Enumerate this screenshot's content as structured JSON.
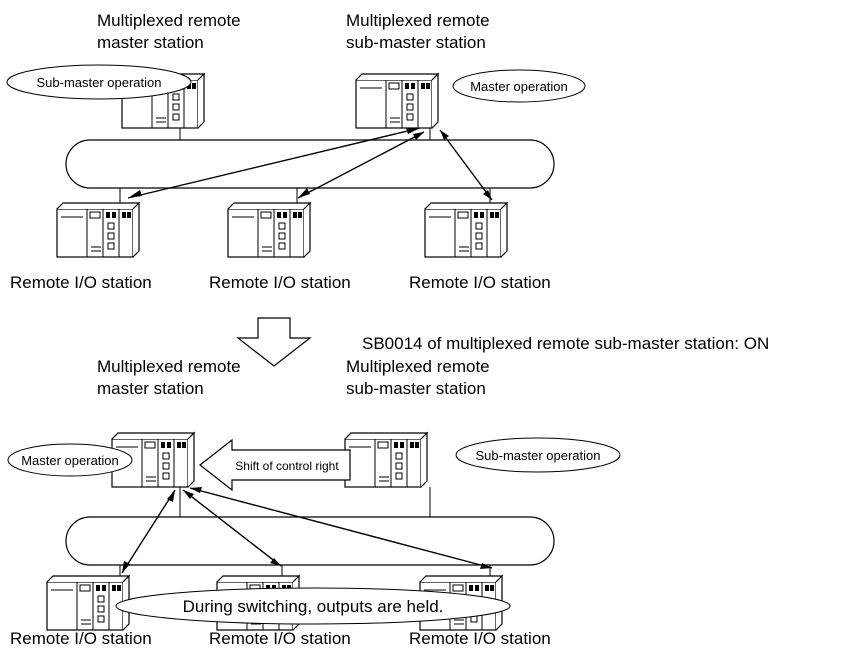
{
  "top": {
    "master_title_1": "Multiplexed remote",
    "master_title_2": "master station",
    "submaster_title_1": "Multiplexed remote",
    "submaster_title_2": "sub-master station",
    "master_oval": "Sub-master operation",
    "submaster_oval": "Master operation",
    "remote_labels": [
      "Remote I/O station",
      "Remote I/O station",
      "Remote I/O station"
    ]
  },
  "transition": {
    "caption": "SB0014 of multiplexed remote sub-master station: ON"
  },
  "bottom": {
    "master_title_1": "Multiplexed remote",
    "master_title_2": "master station",
    "submaster_title_1": "Multiplexed remote",
    "submaster_title_2": "sub-master station",
    "master_oval": "Master operation",
    "submaster_oval": "Sub-master operation",
    "shift_label": "Shift of control right",
    "hold_note": "During switching, outputs are held.",
    "remote_labels": [
      "Remote I/O station",
      "Remote I/O station",
      "Remote I/O station"
    ]
  }
}
